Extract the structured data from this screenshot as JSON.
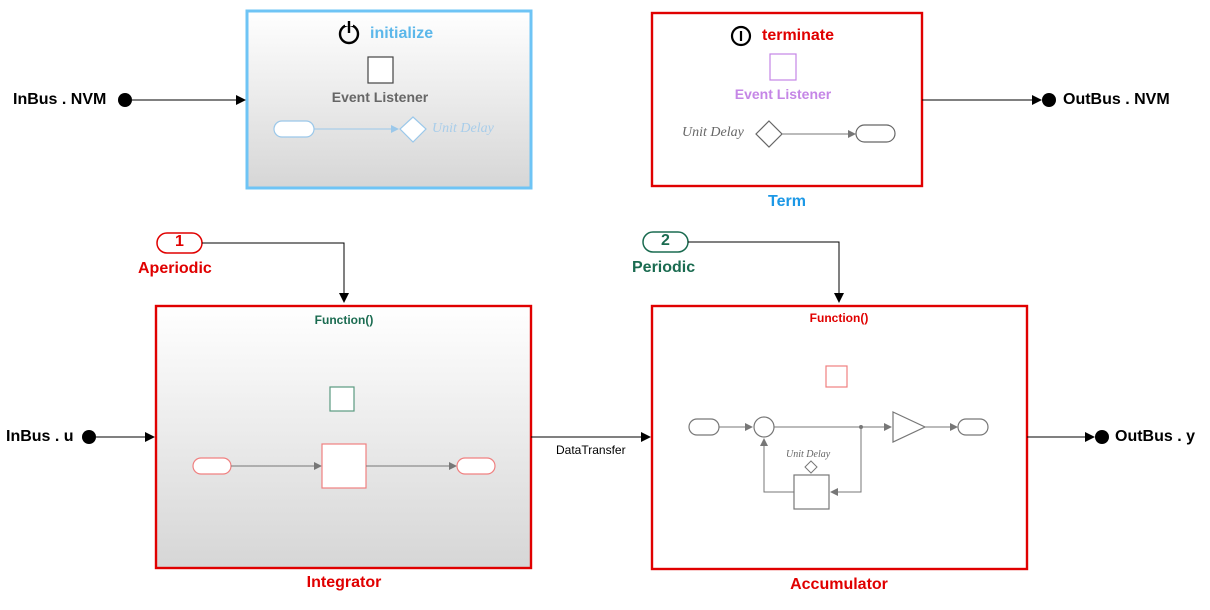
{
  "ports": {
    "in_nvm": "InBus . NVM",
    "in_u": "InBus . u",
    "out_nvm": "OutBus . NVM",
    "out_y": "OutBus . y"
  },
  "init_block": {
    "title": "initialize",
    "event_listener": "Event Listener",
    "unit_delay": "Unit Delay",
    "title_color": "#5bb7ea",
    "border_color": "#6ec4f5"
  },
  "term_block": {
    "title": "terminate",
    "event_listener": "Event Listener",
    "unit_delay": "Unit Delay",
    "name": "Term",
    "title_color": "#e00000",
    "listener_color": "#c586e6",
    "name_color": "#1c98e6"
  },
  "triggers": {
    "aperiodic": {
      "number": "1",
      "label": "Aperiodic",
      "color": "#e00000"
    },
    "periodic": {
      "number": "2",
      "label": "Periodic",
      "color": "#1a6b50"
    }
  },
  "integrator": {
    "function_label": "Function()",
    "name": "Integrator",
    "function_color": "#1a6b50"
  },
  "accumulator": {
    "function_label": "Function()",
    "name": "Accumulator",
    "unit_delay": "Unit Delay",
    "function_color": "#e00000"
  },
  "signal": {
    "data_transfer": "DataTransfer"
  },
  "colors": {
    "block_border_red": "#e00000",
    "line": "#000000",
    "inner_grey": "#7a7a7a",
    "inner_red": "#f08080",
    "inner_green": "#5a9a80"
  }
}
